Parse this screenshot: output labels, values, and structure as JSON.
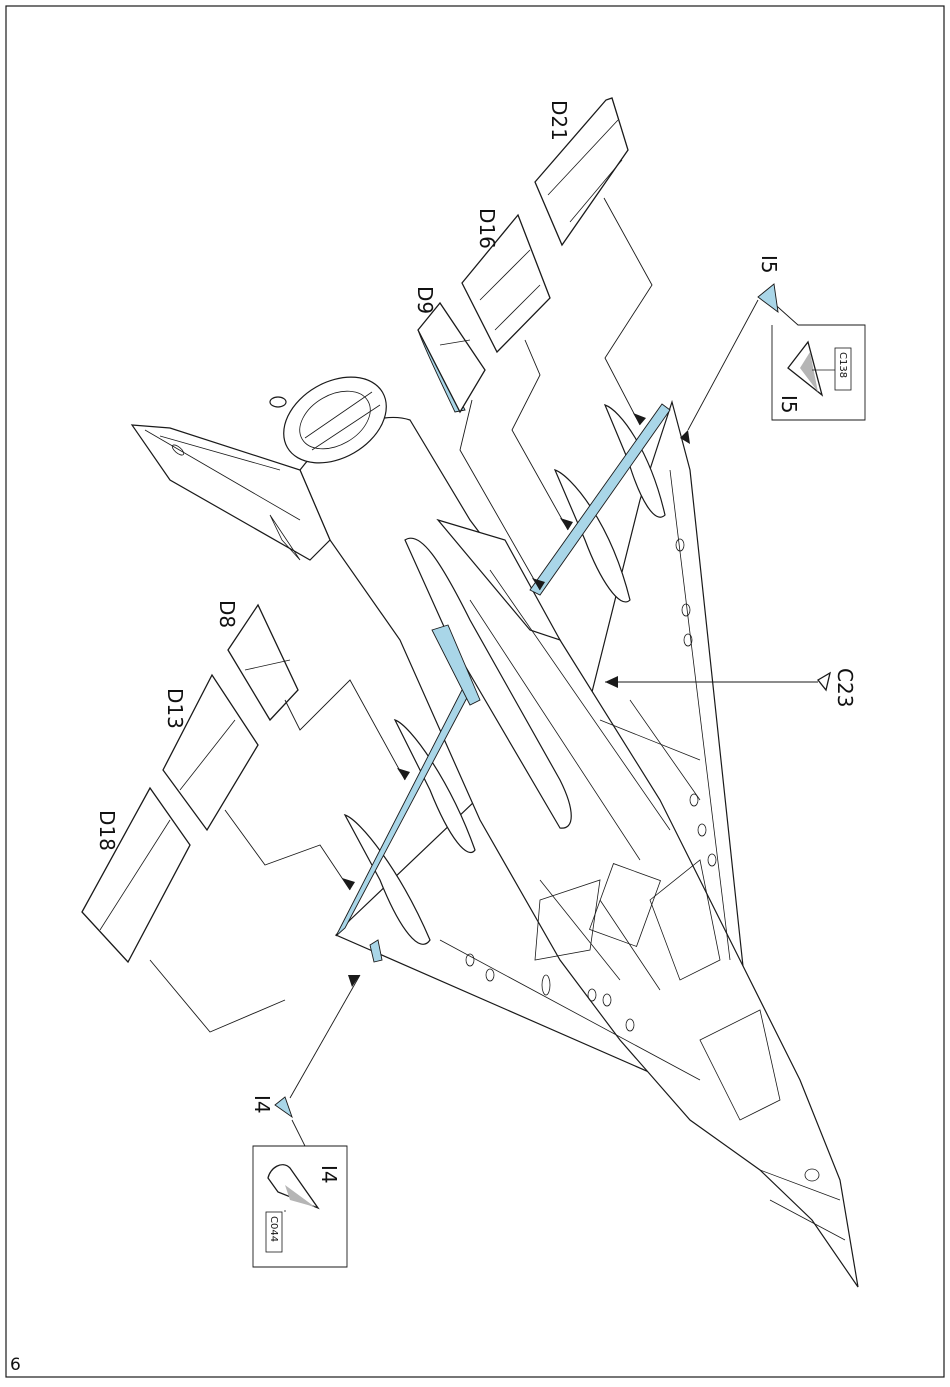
{
  "page": {
    "number": "6"
  },
  "parts": {
    "D21": "D21",
    "D16": "D16",
    "D9": "D9",
    "D8": "D8",
    "D13": "D13",
    "D18": "D18",
    "C23": "C23",
    "I5": "I5",
    "I4": "I4"
  },
  "details": {
    "I5": {
      "label": "I5",
      "code": "C138"
    },
    "I4": {
      "label": "I4",
      "code": "C044"
    }
  },
  "colors": {
    "photo_etch_part": "#a9d6e8",
    "paint_tone": "#b5b5b5"
  }
}
